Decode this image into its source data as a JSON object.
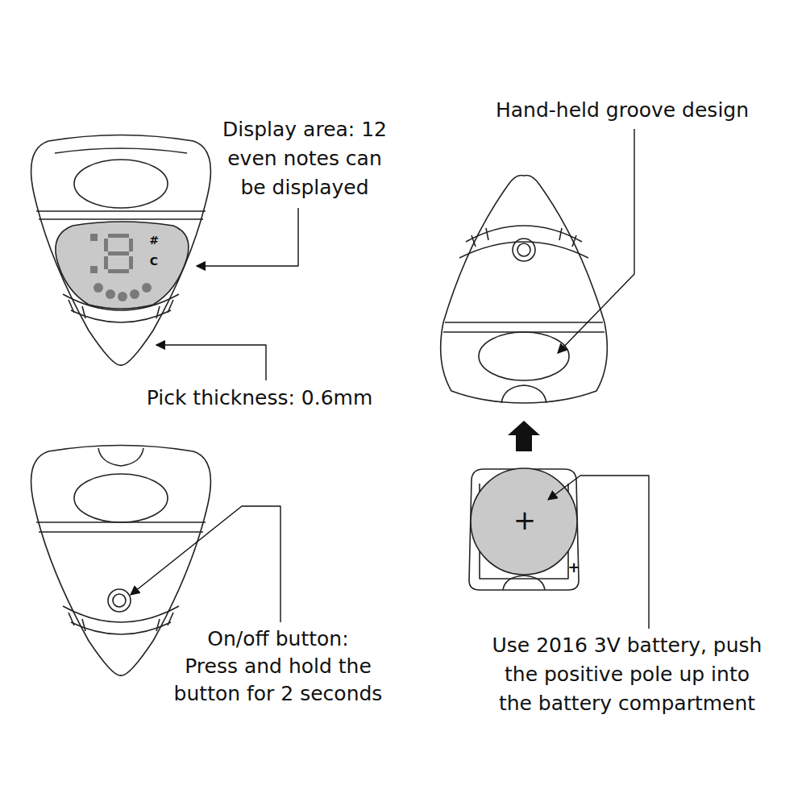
{
  "diagram": {
    "labels": [
      "Display area: 12 even notes can be displayed",
      "Pick thickness: 0.6mm",
      "On/off button: Press and hold the button for 2 seconds",
      "Hand-held groove design",
      "Use 2016 3V battery, push the positive pole up into the battery compartment",
      "#",
      "C",
      "+",
      "+"
    ]
  }
}
